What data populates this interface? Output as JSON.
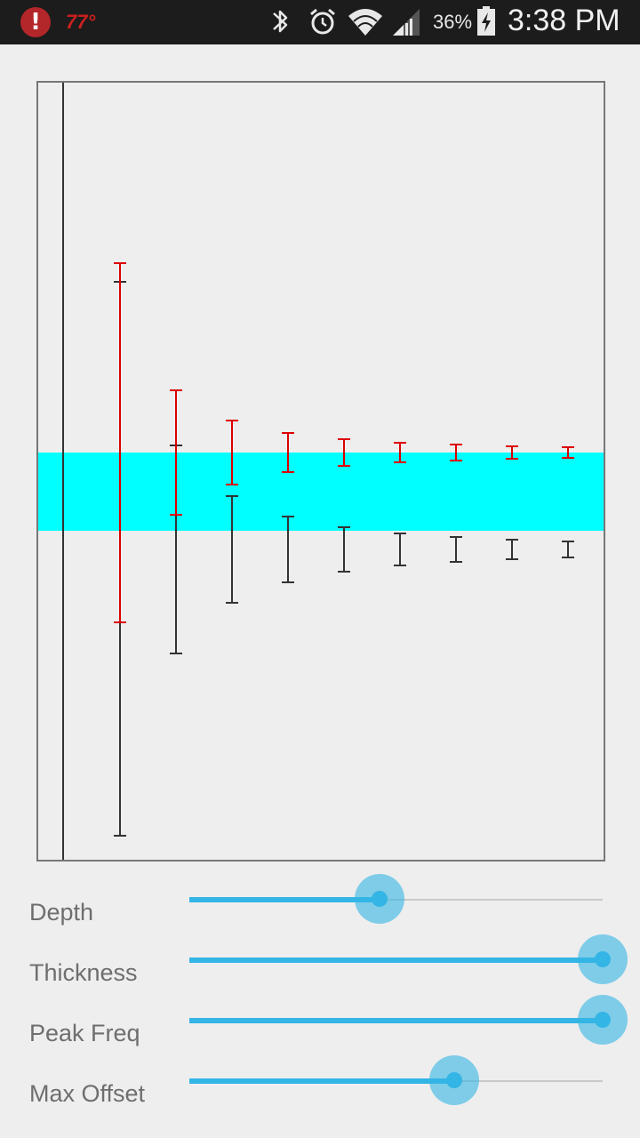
{
  "status_bar": {
    "alert_glyph": "!",
    "temperature": "77°",
    "battery_percent": "36%",
    "time": "3:38 PM",
    "icons": [
      "alert-icon",
      "bluetooth-icon",
      "alarm-icon",
      "wifi-icon",
      "signal-icon",
      "battery-charging-icon"
    ]
  },
  "plot": {
    "colors": {
      "band": "#00ffff",
      "upper_bars": "#dd0000",
      "lower_bars": "#333333",
      "frame": "#777777",
      "axis": "#333333"
    }
  },
  "sliders": [
    {
      "label": "Depth",
      "value": 0.46
    },
    {
      "label": "Thickness",
      "value": 1.0
    },
    {
      "label": "Peak Freq",
      "value": 1.0
    },
    {
      "label": "Max Offset",
      "value": 0.64
    }
  ],
  "colors": {
    "accent": "#33b5e5",
    "background": "#eeeeee",
    "status_bar": "#1c1c1c"
  }
}
